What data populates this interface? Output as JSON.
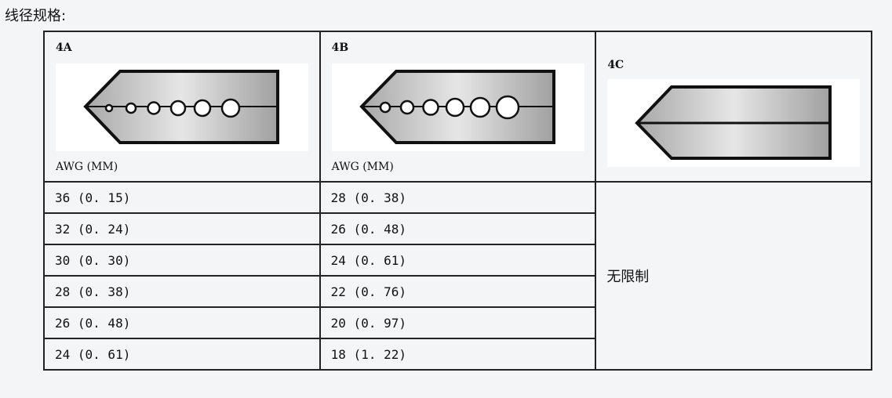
{
  "title": "线径规格:",
  "columns": [
    {
      "label": "4A",
      "unit_label": "AWG (MM)",
      "holes": 6
    },
    {
      "label": "4B",
      "unit_label": "AWG (MM)",
      "holes": 6
    },
    {
      "label": "4C",
      "unit_label": "",
      "holes": 0
    }
  ],
  "rows": [
    {
      "a": "36 (0. 15)",
      "b": "28 (0. 38)"
    },
    {
      "a": "32 (0. 24)",
      "b": "26 (0. 48)"
    },
    {
      "a": "30 (0. 30)",
      "b": "24 (0. 61)"
    },
    {
      "a": "28 (0. 38)",
      "b": "22 (0. 76)"
    },
    {
      "a": "26 (0. 48)",
      "b": "20 (0. 97)"
    },
    {
      "a": "24 (0. 61)",
      "b": "18 (1. 22)"
    }
  ],
  "col_c_value": "无限制"
}
